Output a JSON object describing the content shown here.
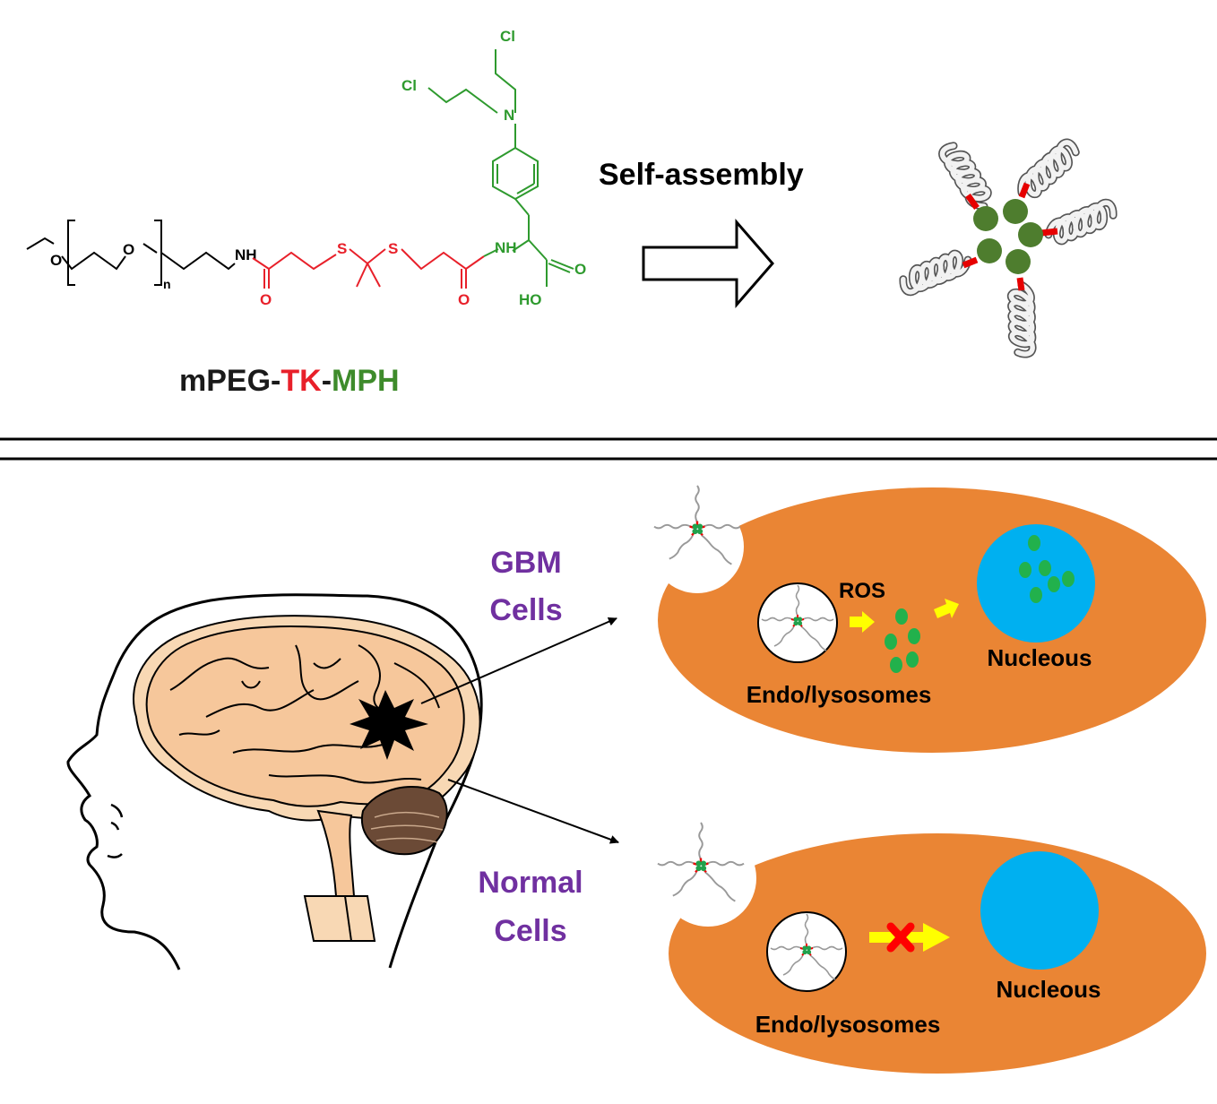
{
  "compound": {
    "name_parts": [
      "mPEG",
      "-",
      "TK",
      "-",
      "MPH"
    ],
    "atoms": {
      "o_terminal": "O",
      "o_repeat": "O",
      "repeat_n": "n",
      "nh_left": "NH",
      "carbonyl_o_left": "O",
      "s_left": "S",
      "s_right": "S",
      "carbonyl_o_right": "O",
      "nh_right": "NH",
      "ho": "HO",
      "acid_o": "O",
      "amine_n": "N",
      "cl_top": "Cl",
      "cl_left": "Cl"
    }
  },
  "arrow_label": "Self-assembly",
  "gbm": {
    "label_line1": "GBM",
    "label_line2": "Cells",
    "ros": "ROS",
    "nucleus": "Nucleous",
    "endosome": "Endo/lysosomes"
  },
  "normal": {
    "label_line1": "Normal",
    "label_line2": "Cells",
    "nucleus": "Nucleous",
    "endosome": "Endo/lysosomes"
  },
  "colors": {
    "peg": "#000000",
    "tk": "#e8202a",
    "mph": "#2e9a2e",
    "mph_label": "#3e8b2b",
    "micelle_core": "#4e7d2e",
    "cell": "#ea8534",
    "nucleus": "#00b0f0",
    "drug": "#22b14c",
    "ros_arrow": "#ffff00",
    "block": "#ff0000",
    "label_purple": "#7030a0",
    "brain": "#f6c79b",
    "brain_outer": "#f8d8b4"
  },
  "icons": [
    "brain-icon",
    "head-profile-icon",
    "tumor-icon",
    "block-x-icon"
  ]
}
